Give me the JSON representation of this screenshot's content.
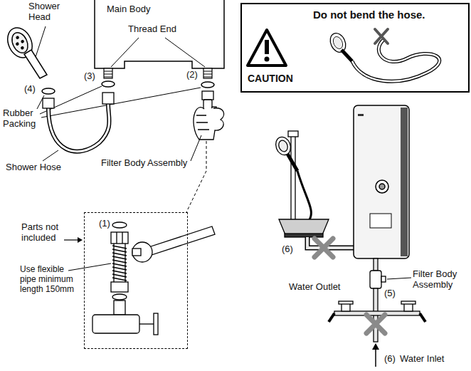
{
  "diagram": {
    "nodes": [
      {
        "text": [
          "Do not bend the hose.",
          "CAUTION"
        ]
      },
      {
        "text": [
          "(1)"
        ]
      }
    ],
    "labels": [
      "Shower Head",
      "Main Body",
      "Thread End",
      "(4)",
      "(3)",
      "(2)",
      "Rubber Packing",
      "Shower Hose",
      "Filter Body Assembly",
      "Parts not included",
      "Use flexible pipe minimum length 150mm",
      "Filter Body Assembly",
      "(5)",
      "(6)",
      "Water Outlet",
      "(6)",
      "Water Inlet"
    ]
  }
}
